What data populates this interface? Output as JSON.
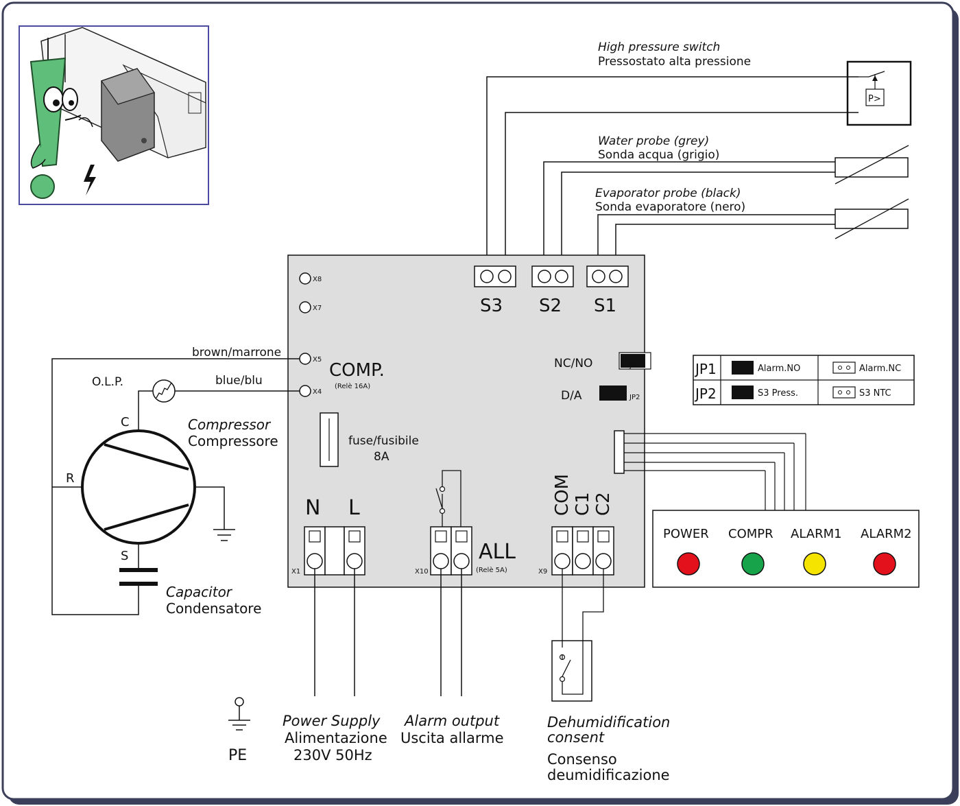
{
  "colors": {
    "frame": "#3b3f5a",
    "board": "#dedede",
    "green_char": "#5fbf7a",
    "led_power": "#e3111b",
    "led_compr": "#16a34a",
    "led_alarm1": "#f5e400",
    "led_alarm2": "#e3111b"
  },
  "sensors": {
    "hp_en": "High pressure switch",
    "hp_it": "Pressostato alta pressione",
    "hp_symbol": "P>",
    "water_en": "Water probe (grey)",
    "water_it": "Sonda acqua (grigio)",
    "evap_en": "Evaporator probe (black)",
    "evap_it": "Sonda evaporatore (nero)"
  },
  "board": {
    "x8": "X8",
    "x7": "X7",
    "x5": "X5",
    "x4": "X4",
    "x1": "X1",
    "x10": "X10",
    "x9": "X9",
    "s3": "S3",
    "s2": "S2",
    "s1": "S1",
    "comp": "COMP.",
    "comp_relay": "(Relè 16A)",
    "nc_no": "NC/NO",
    "jp1": "JP1",
    "d_a": "D/A",
    "jp2": "JP2",
    "fuse": "fuse/fusibile",
    "fuse_val": "8A",
    "n": "N",
    "l": "L",
    "all": "ALL",
    "all_relay": "(Relè 5A)",
    "com": "COM",
    "c1": "C1",
    "c2": "C2"
  },
  "wires": {
    "brown": "brown/marrone",
    "blue": "blue/blu"
  },
  "compressor": {
    "olp": "O.L.P.",
    "c": "C",
    "r": "R",
    "s": "S",
    "label_en": "Compressor",
    "label_it": "Compressore",
    "cap_en": "Capacitor",
    "cap_it": "Condensatore"
  },
  "jumper_table": {
    "rows": [
      {
        "name": "JP1",
        "closed": "Alarm.NO",
        "open": "Alarm.NC"
      },
      {
        "name": "JP2",
        "closed": "S3 Press.",
        "open": "S3 NTC"
      }
    ]
  },
  "leds": [
    "POWER",
    "COMPR",
    "ALARM1",
    "ALARM2"
  ],
  "bottom": {
    "pe": "PE",
    "power_en": "Power Supply",
    "power_it": "Alimentazione",
    "power_spec": "230V 50Hz",
    "alarm_en": "Alarm output",
    "alarm_it": "Uscita allarme",
    "dehum_en_1": "Dehumidification",
    "dehum_en_2": "consent",
    "dehum_it_1": "Consenso",
    "dehum_it_2": "deumidificazione"
  }
}
